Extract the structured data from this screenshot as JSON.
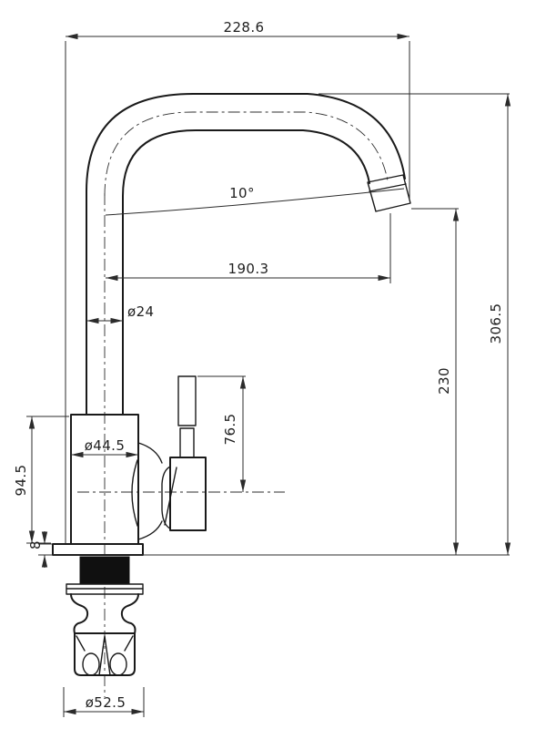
{
  "drawing": {
    "type": "faucet-dimension-drawing",
    "colors": {
      "background": "#ffffff",
      "outline": "#1a1a1a",
      "dimension_lines": "#2b2b2b"
    },
    "labels": {
      "top_width": "228.6",
      "spout_angle": "10°",
      "spout_reach": "190.3",
      "tube_diameter": "ø24",
      "overall_height": "306.5",
      "outlet_height": "230",
      "handle_height": "76.5",
      "body_diameter": "ø44.5",
      "body_height": "94.5",
      "base_plate_thickness": "8",
      "base_diameter": "ø52.5"
    }
  }
}
